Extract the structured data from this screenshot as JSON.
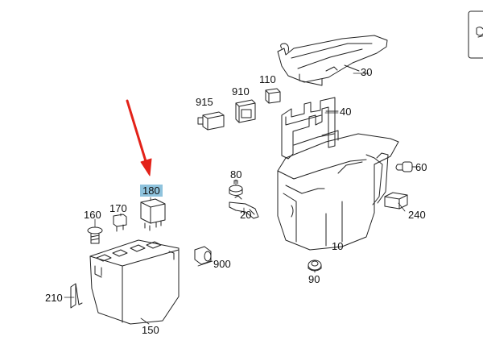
{
  "diagram": {
    "labels": {
      "p10": "10",
      "p20": "20",
      "p30": "30",
      "p40": "40",
      "p60": "60",
      "p80": "80",
      "p90": "90",
      "p110": "110",
      "p150": "150",
      "p160": "160",
      "p170": "170",
      "p180": "180",
      "p210": "210",
      "p240": "240",
      "p900": "900",
      "p910": "910",
      "p915": "915"
    },
    "highlighted_part": "180",
    "pointer_arrow_color": "#e32219",
    "highlight_color": "#8fc3dd"
  }
}
